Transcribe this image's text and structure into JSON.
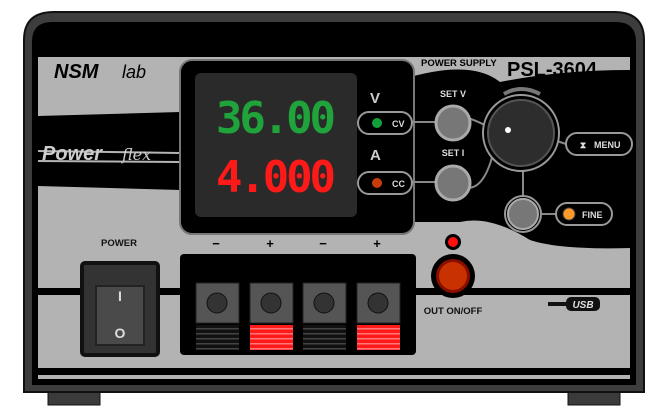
{
  "brand": {
    "name": "NSM",
    "suffix": "lab"
  },
  "series": {
    "name": "Power",
    "suffix": "flex"
  },
  "model": {
    "category": "POWER SUPPLY",
    "name": "PSL-3604"
  },
  "display": {
    "voltage": "36.00",
    "current": "4.000",
    "voltage_unit": "V",
    "current_unit": "A",
    "voltage_color": "#1fa33a",
    "current_color": "#ff1a1a"
  },
  "indicators": {
    "cv": {
      "label": "CV",
      "color": "#12a03a"
    },
    "cc": {
      "label": "CC",
      "color": "#c83c08"
    },
    "fine": {
      "label": "FINE",
      "color": "#ff9a2a"
    }
  },
  "buttons": {
    "set_v": "SET V",
    "set_i": "SET I",
    "menu": "MENU",
    "power": "POWER",
    "switch_on": "I",
    "switch_off": "O",
    "out": "OUT ON/OFF"
  },
  "terminals": [
    "−",
    "+",
    "−",
    "+"
  ],
  "usb": "USB"
}
